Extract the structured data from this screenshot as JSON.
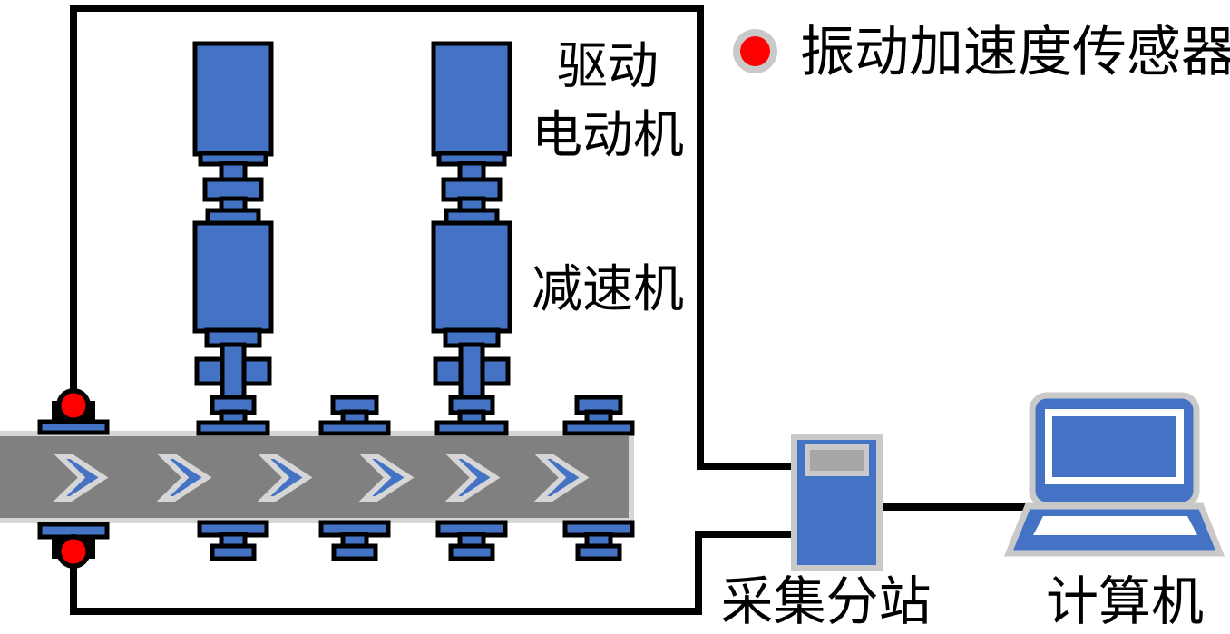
{
  "legend": {
    "marker_icon": "vibration-sensor-dot",
    "label": "振动加速度传感器"
  },
  "labels": {
    "drive_motor": [
      "驱动",
      "电动机"
    ],
    "reducer": "减速机",
    "acquisition_station": "采集分站",
    "computer": "计算机"
  },
  "colors": {
    "machine_blue": "#4472C4",
    "outline_black": "#000000",
    "belt_gray": "#808080",
    "belt_border_gray": "#D6D6D6",
    "device_border_gray": "#C9C9C9",
    "screen_gray": "#A6A6A6",
    "sensor_red": "#FF0000"
  }
}
